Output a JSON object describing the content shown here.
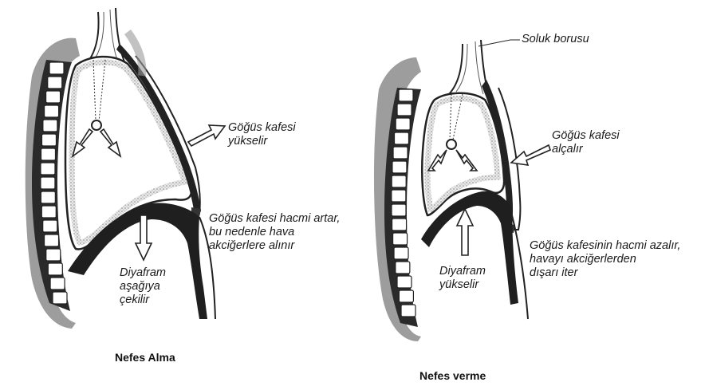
{
  "inhale": {
    "caption": "Nefes Alma",
    "rib_label": [
      "Göğüs kafesi",
      "yükselir"
    ],
    "volume_label": [
      "Göğüs kafesi hacmi artar,",
      "bu nedenle hava",
      "akciğerlere alınır"
    ],
    "diaphragm_label": [
      "Diyafram",
      "aşağıya",
      "çekilir"
    ]
  },
  "exhale": {
    "caption": "Nefes verme",
    "trachea_label": "Soluk borusu",
    "rib_label": [
      "Göğüs kafesi",
      "alçalır"
    ],
    "volume_label": [
      "Göğüs kafesinin hacmi azalır,",
      "havayı akciğerlerden",
      "dışarı iter"
    ],
    "diaphragm_label": [
      "Diyafram",
      "yükselir"
    ]
  },
  "colors": {
    "ink": "#1a1a1a",
    "shading": "#9a9a9a",
    "background": "#ffffff"
  }
}
